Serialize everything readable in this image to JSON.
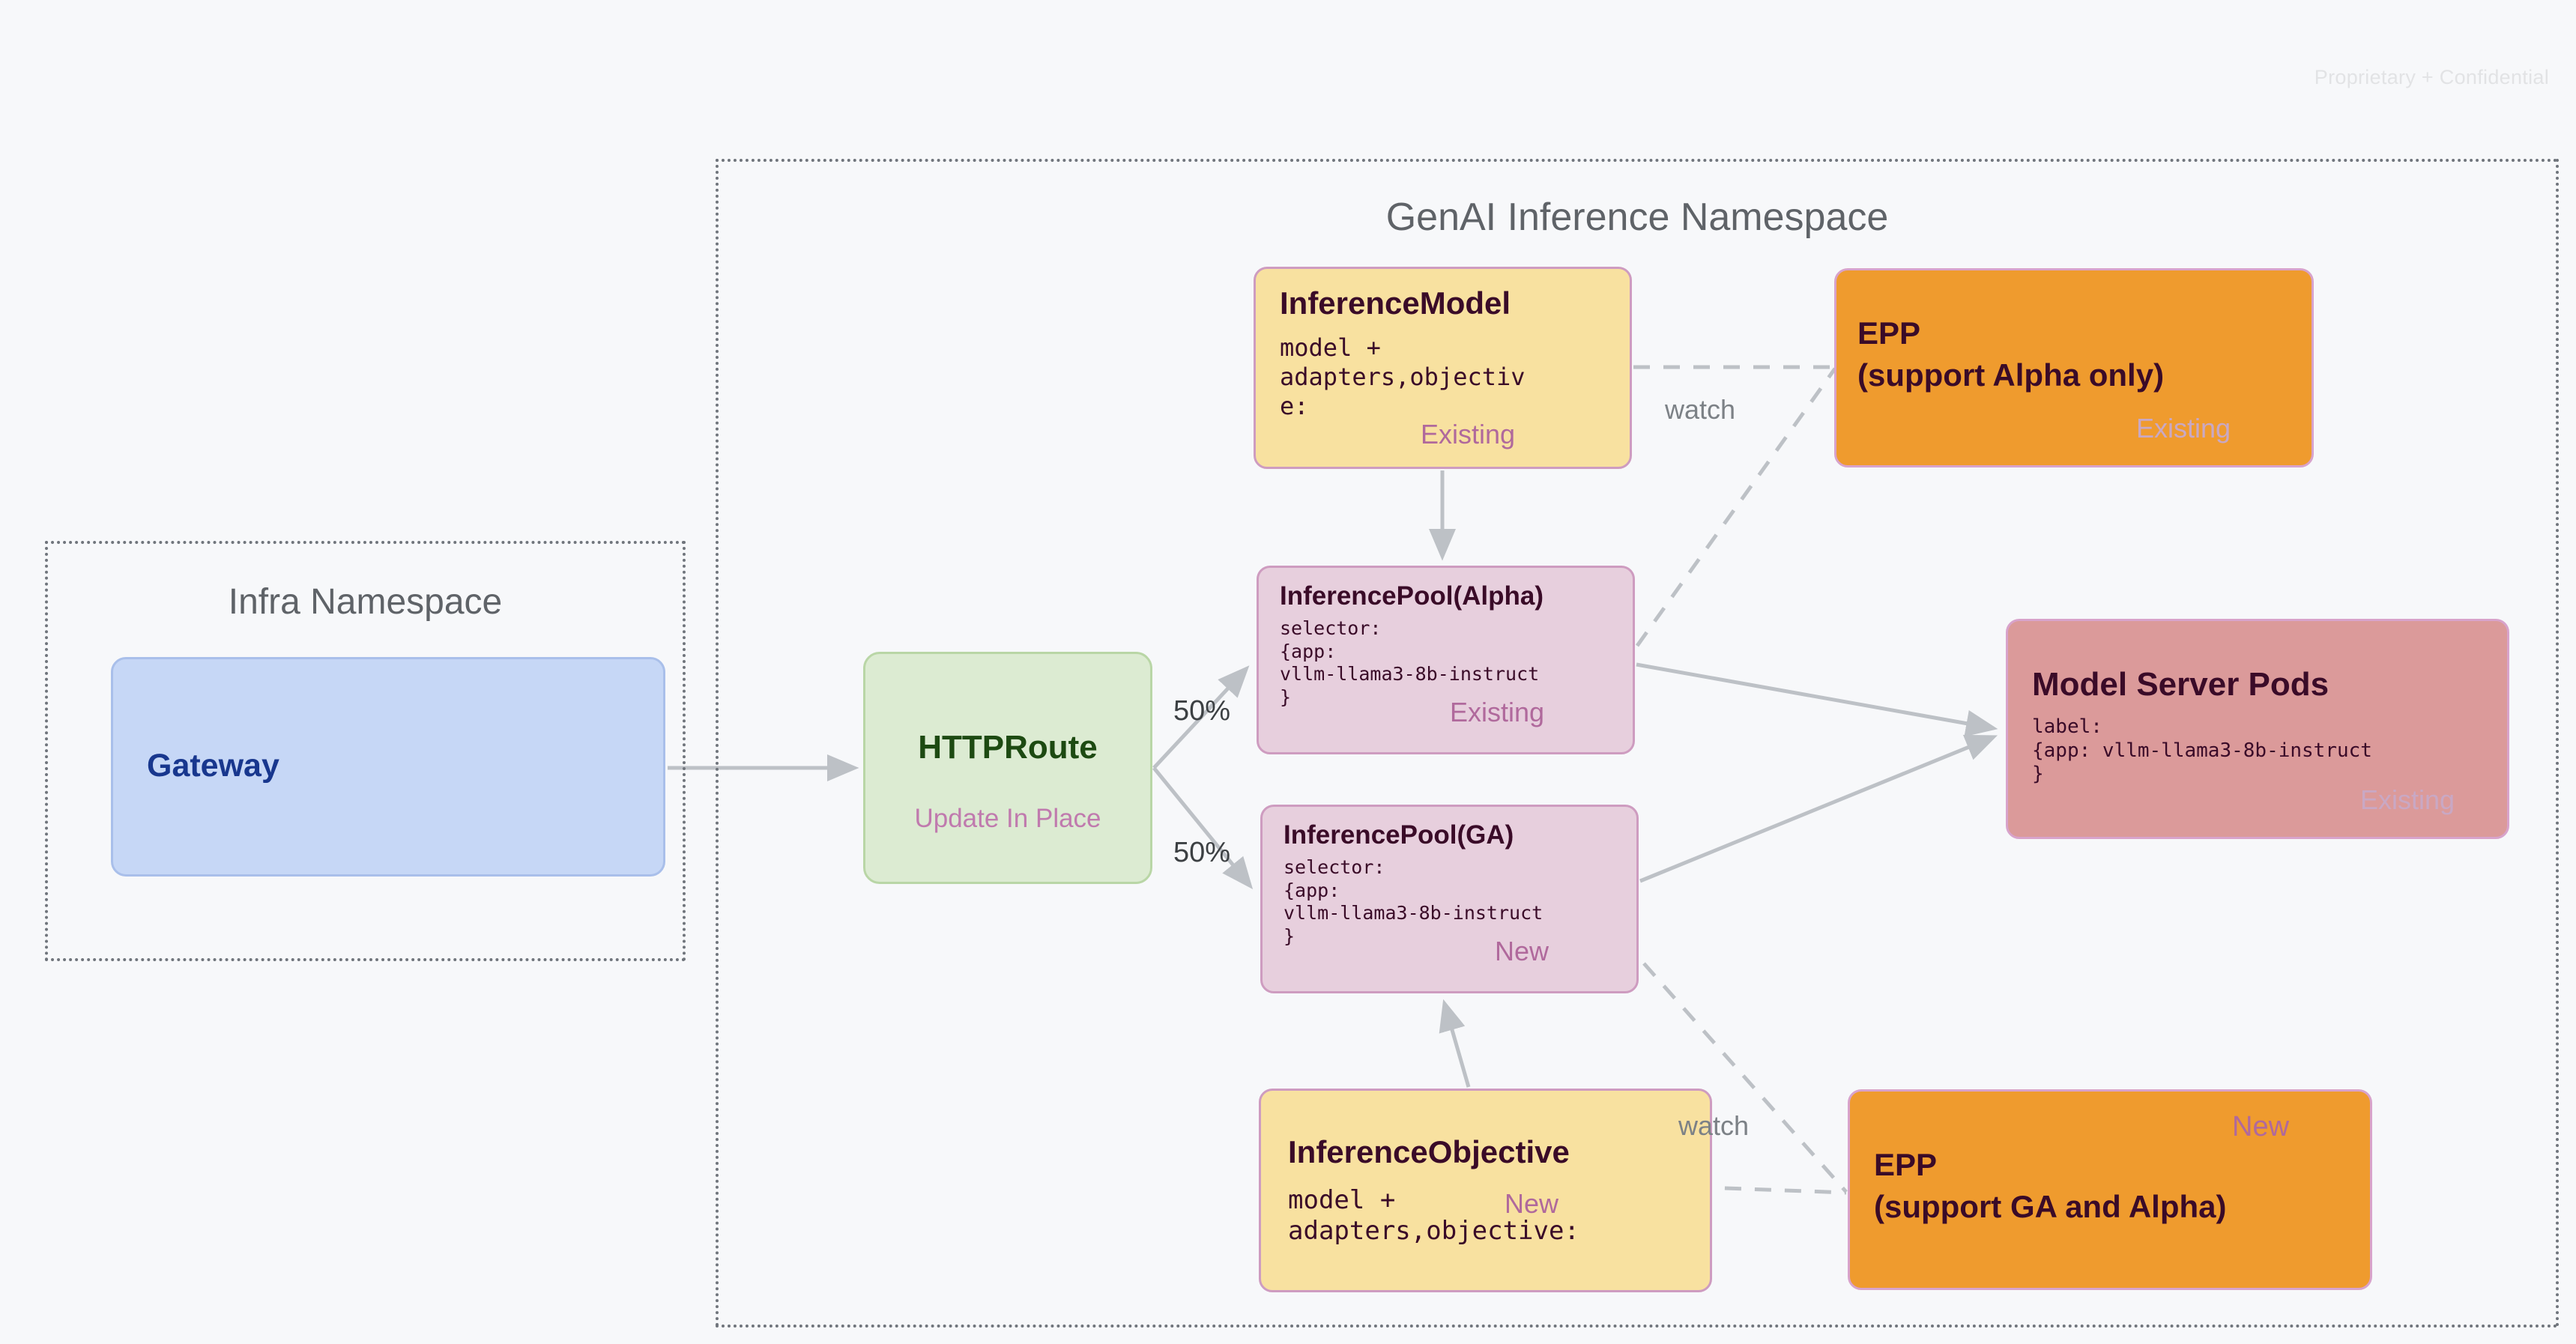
{
  "watermark": "Proprietary + Confidential",
  "namespaces": [
    {
      "id": "infra",
      "title": "Infra Namespace"
    },
    {
      "id": "genai",
      "title": "GenAI Inference Namespace"
    }
  ],
  "nodes": {
    "gateway": {
      "title": "Gateway"
    },
    "httproute": {
      "title": "HTTPRoute",
      "subtitle": "Update In Place"
    },
    "inference_model": {
      "title": "InferenceModel",
      "body": "model +\nadapters,objectiv\ne:",
      "tag": "Existing"
    },
    "epp_alpha": {
      "title_line1": "EPP",
      "title_line2": "(support Alpha only)",
      "tag": "Existing"
    },
    "pool_alpha": {
      "title": "InferencePool(Alpha)",
      "body": "selector:\n{app:\nvllm-llama3-8b-instruct\n}",
      "tag": "Existing"
    },
    "pool_ga": {
      "title": "InferencePool(GA)",
      "body": "selector:\n{app:\nvllm-llama3-8b-instruct\n}",
      "tag": "New"
    },
    "model_server_pods": {
      "title": "Model Server Pods",
      "body": "label:\n{app: vllm-llama3-8b-instruct\n}",
      "tag": "Existing"
    },
    "inference_objective": {
      "title": "InferenceObjective",
      "body": "model +\nadapters,objective:",
      "tag": "New"
    },
    "epp_ga": {
      "title_line1": "EPP",
      "title_line2": "(support GA and Alpha)",
      "tag": "New"
    }
  },
  "edge_labels": {
    "split_top": "50%",
    "split_bottom": "50%",
    "watch_top": "watch",
    "watch_bottom": "watch"
  },
  "colors": {
    "canvas_bg": "#F7F8FA",
    "namespace_border": "#70757C",
    "gateway_fill": "#C6D7F6",
    "gateway_text": "#18378E",
    "httproute_fill": "#DCEBD2",
    "httproute_text": "#1D4A12",
    "yellow_fill": "#F8E1A0",
    "pink_fill": "#E7CFDD",
    "orange_fill": "#EF9B2E",
    "pods_fill": "#DB9A9A",
    "node_border": "#CE9CC0",
    "tag_text": "#B0699C",
    "tag_muted": "#C9A8C4",
    "body_text": "#3A0B28",
    "edge_stroke": "#BDC1C6"
  }
}
